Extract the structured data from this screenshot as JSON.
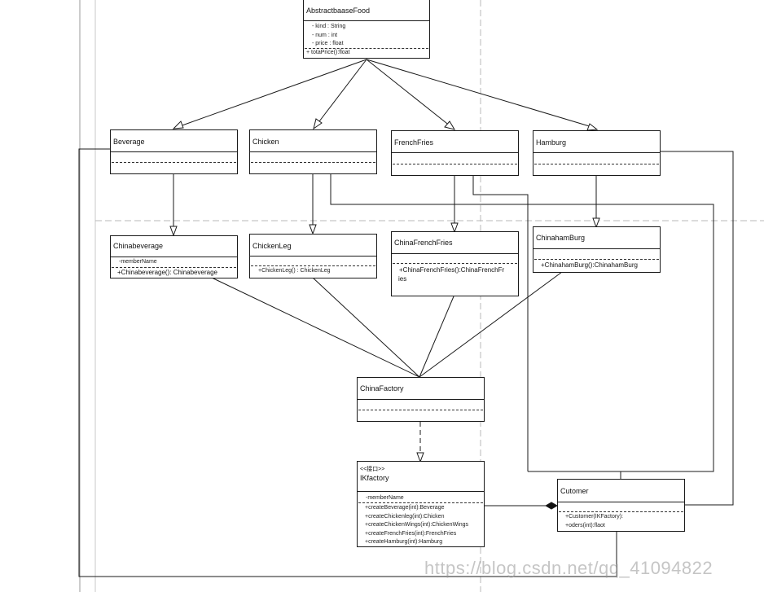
{
  "diagram": {
    "classes": {
      "abstract_food": {
        "name": "AbstractbaaseFood",
        "attributes": [
          "- kind : String",
          "- num : int",
          "- price : float"
        ],
        "methods": [
          "+ totaPrice():float"
        ]
      },
      "beverage": {
        "name": "Beverage"
      },
      "chicken": {
        "name": "Chicken"
      },
      "french_fries": {
        "name": "FrenchFries"
      },
      "hamburg": {
        "name": "Hamburg"
      },
      "china_beverage": {
        "name": "Chinabeverage",
        "attributes": [
          "-memberName"
        ],
        "methods": [
          "+Chinabeverage(): Chinabeverage"
        ]
      },
      "chicken_leg": {
        "name": "ChickenLeg",
        "methods": [
          "+ChickenLeg() : ChickenLeg"
        ]
      },
      "china_french_fries": {
        "name": "ChinaFrenchFries",
        "methods": [
          "+ChinaFrenchFries():ChinaFrenchFr",
          "ies"
        ]
      },
      "china_ham_burg": {
        "name": "ChinahamBurg",
        "methods": [
          "+ChinahamBurg():ChinahamBurg"
        ]
      },
      "china_factory": {
        "name": "ChinaFactory"
      },
      "ikfactory": {
        "stereotype": "<<接口>>",
        "name": "IKfactory",
        "attributes": [
          "-memberName"
        ],
        "methods": [
          "+createBeverage(int):Beverage",
          "+createChickenleg(int):Chicken",
          "+createChickenWings(int):ChickenWings",
          "+createFrenchFries(int):FrenchFries",
          "+createHamburg(int):Hamburg"
        ]
      },
      "customer": {
        "name": "Cutomer",
        "methods": [
          "+Customer(IKFactory):",
          "+oders(int):flaot"
        ]
      }
    },
    "colors": {
      "line": "#1a1a1a",
      "guide": "#b8b8b8",
      "watermark": "#969696"
    }
  },
  "watermark": "https://blog.csdn.net/qq_41094822"
}
